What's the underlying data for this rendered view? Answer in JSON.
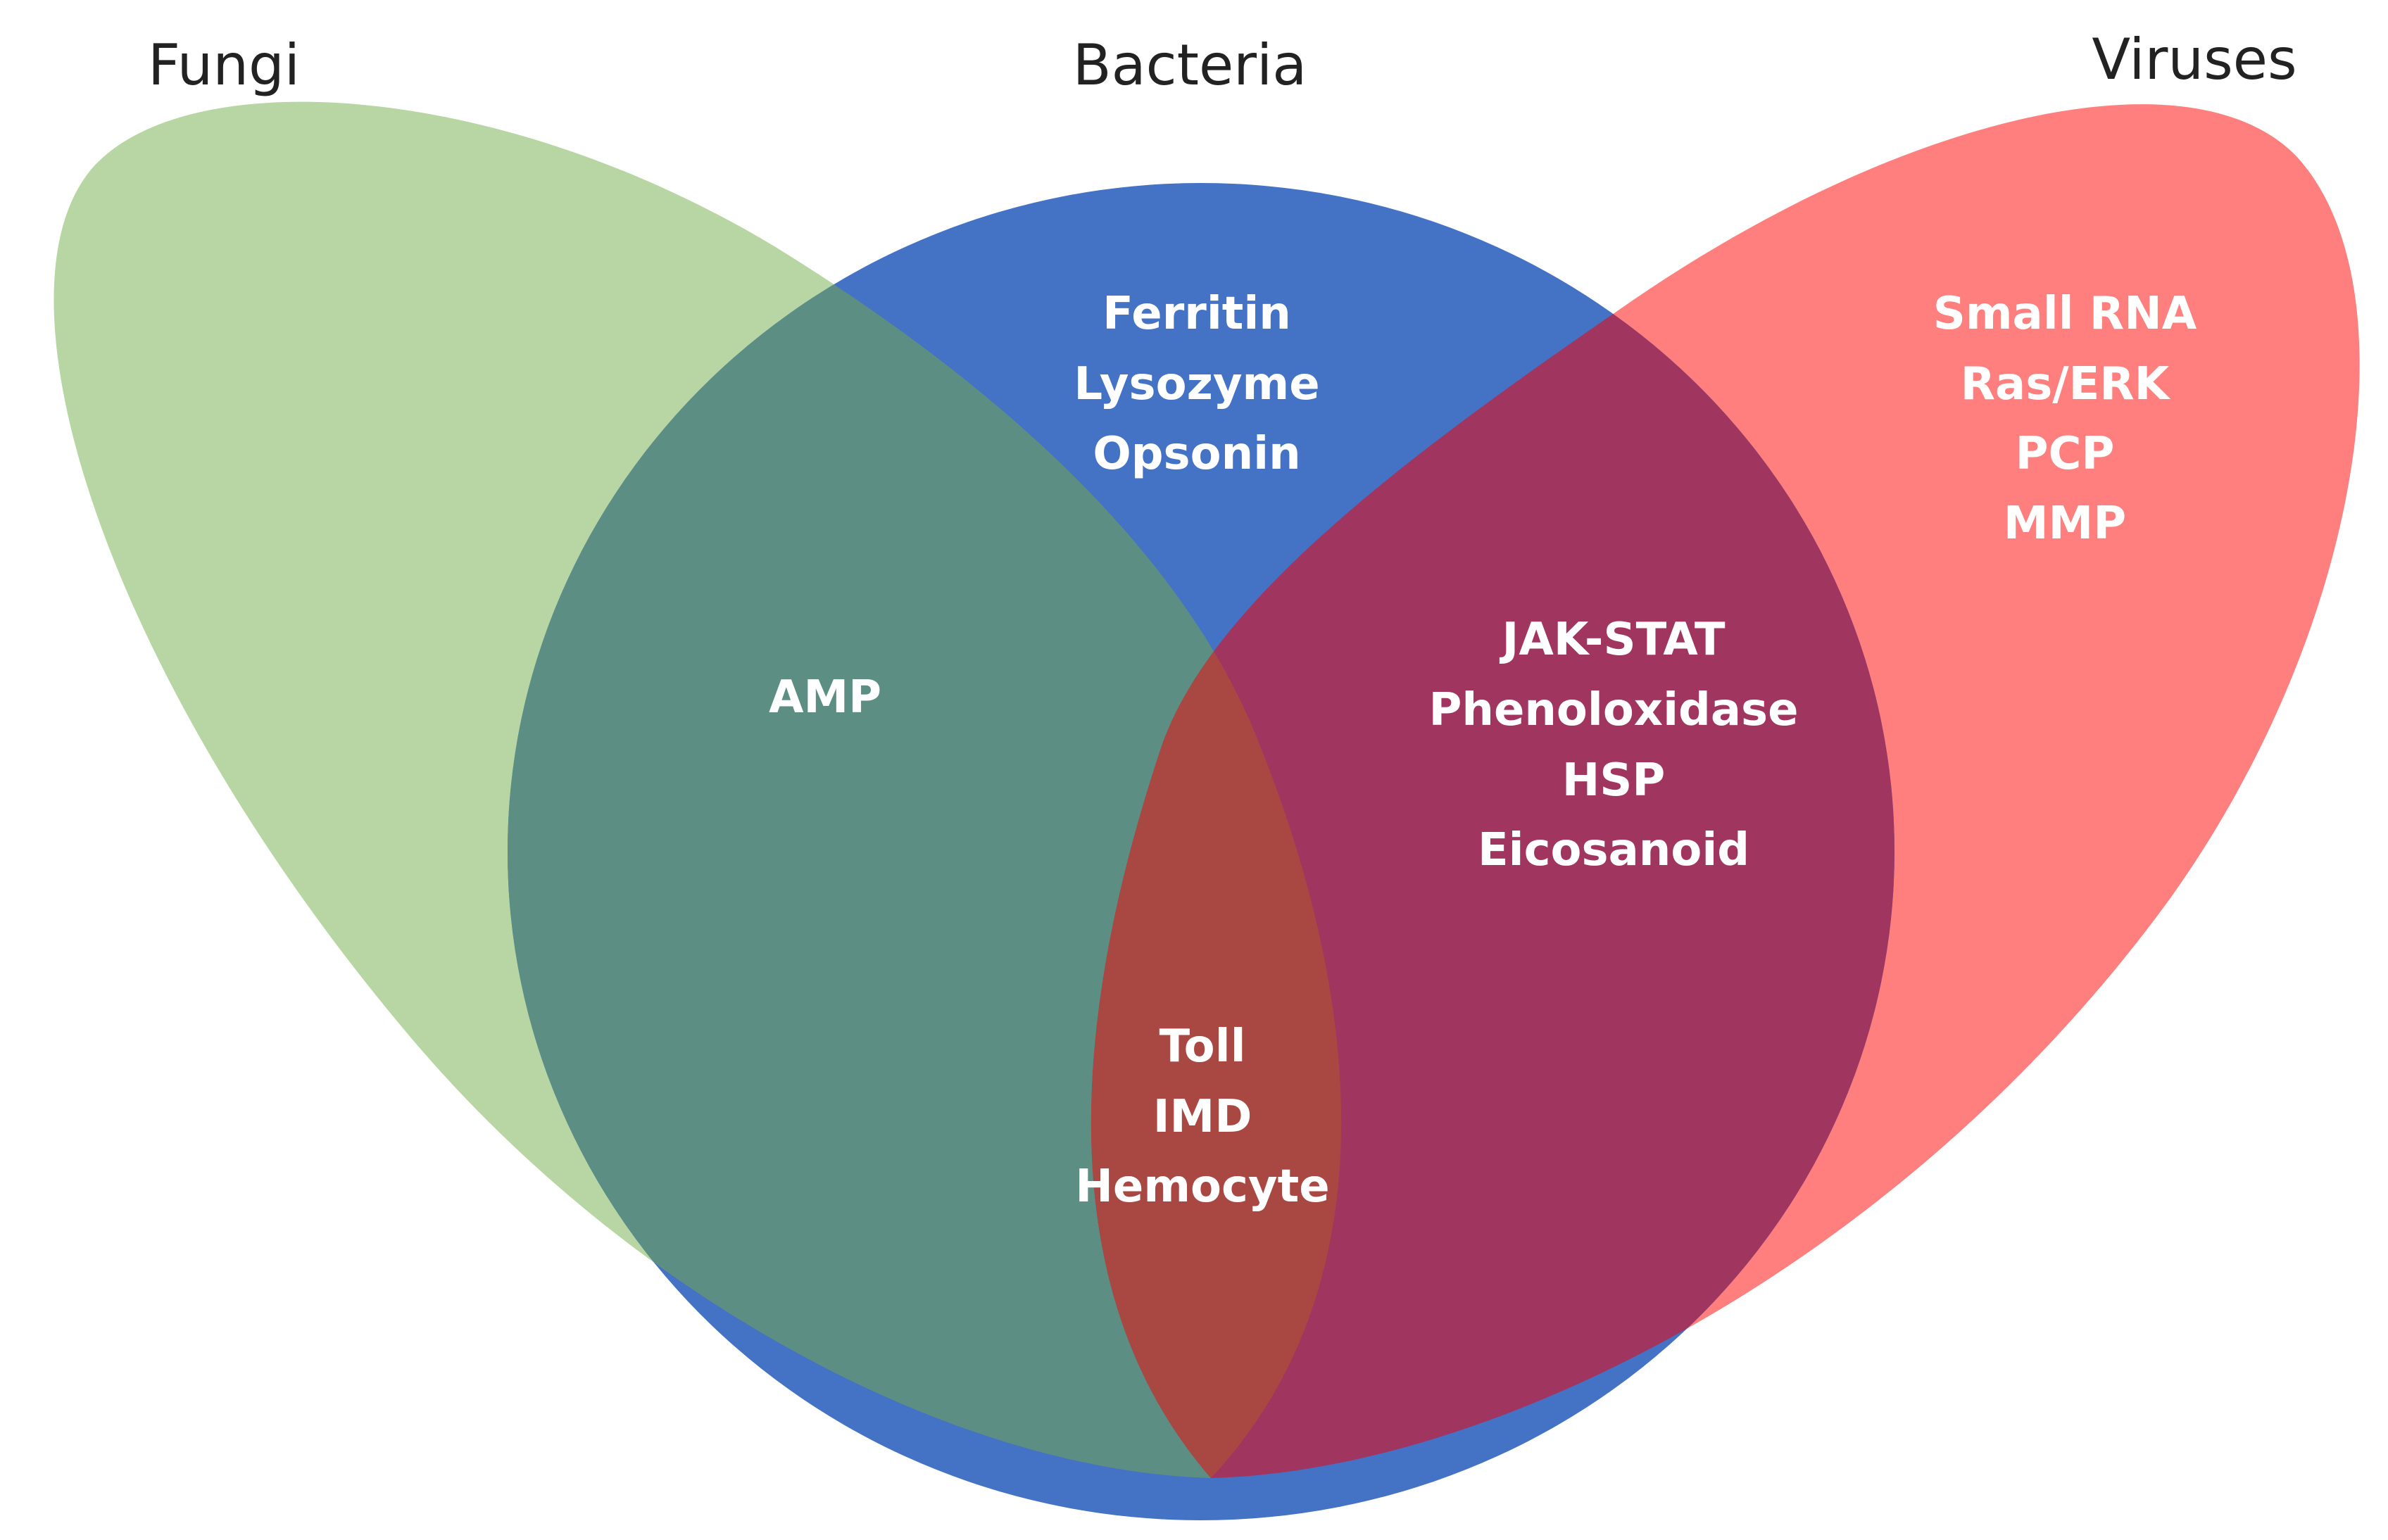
{
  "sets": {
    "fungi": {
      "label": "Fungi",
      "color": "#b7d6a3"
    },
    "bacteria": {
      "label": "Bacteria",
      "color": "#4472c4"
    },
    "viruses": {
      "label": "Viruses",
      "color": "#ff7f7f"
    }
  },
  "overlap_colors": {
    "fungi_bacteria": "#5d8e83",
    "bacteria_viruses": "#a0365f",
    "all_three": "#a94843"
  },
  "regions": {
    "bacteria_only": [
      "Ferritin",
      "Lysozyme",
      "Opsonin"
    ],
    "viruses_only": [
      "Small RNA",
      "Ras/ERK",
      "PCP",
      "MMP"
    ],
    "fungi_bacteria": [
      "AMP"
    ],
    "bacteria_viruses": [
      "JAK-STAT",
      "Phenoloxidase",
      "HSP",
      "Eicosanoid"
    ],
    "all_three": [
      "Toll",
      "IMD",
      "Hemocyte"
    ]
  }
}
